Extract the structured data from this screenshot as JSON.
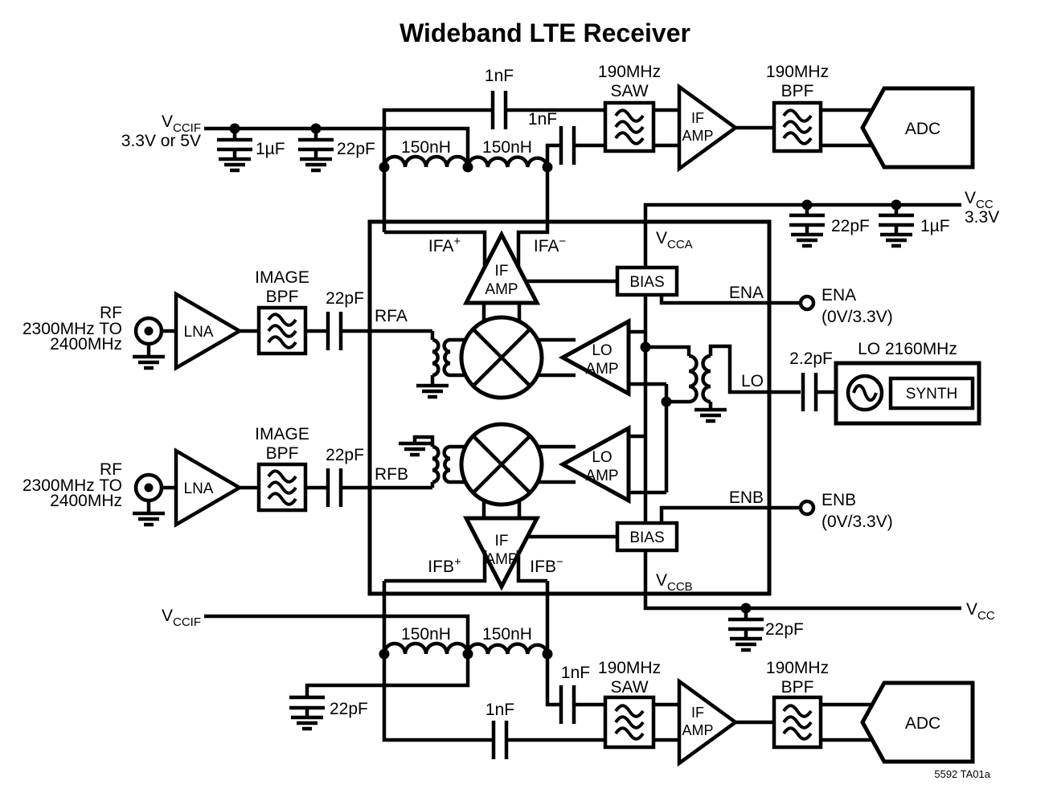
{
  "title": "Wideband LTE Receiver",
  "caption": "5592 TA01a",
  "colors": {
    "block_fill": "#e8c5be",
    "line": "#000000"
  },
  "rf_inputs": [
    {
      "l1": "RF",
      "l2": "2300MHz TO",
      "l3": "2400MHz",
      "lna": "LNA",
      "filter1": "IMAGE",
      "filter2": "BPF",
      "cap": "22pF"
    },
    {
      "l1": "RF",
      "l2": "2300MHz TO",
      "l3": "2400MHz",
      "lna": "LNA",
      "filter1": "IMAGE",
      "filter2": "BPF",
      "cap": "22pF"
    }
  ],
  "vccif_top": {
    "name": "V",
    "sub": "CCIF",
    "voltage": "3.3V or 5V",
    "cap1": "1µF",
    "cap2": "22pF",
    "ind1": "150nH",
    "ind2": "150nH",
    "cap_top": "1nF",
    "cap_bot": "1nF"
  },
  "vccif_bottom": {
    "name": "V",
    "sub": "CCIF",
    "cap": "22pF",
    "ind1": "150nH",
    "ind2": "150nH",
    "cap_top": "1nF",
    "cap_bot": "1nF"
  },
  "if_chain_top": {
    "saw1": "190MHz",
    "saw2": "SAW",
    "amp1": "IF",
    "amp2": "AMP",
    "bpf1": "190MHz",
    "bpf2": "BPF",
    "adc": "ADC"
  },
  "if_chain_bottom": {
    "saw1": "190MHz",
    "saw2": "SAW",
    "amp1": "IF",
    "amp2": "AMP",
    "bpf1": "190MHz",
    "bpf2": "BPF",
    "adc": "ADC"
  },
  "vcc_top": {
    "cap1": "22pF",
    "cap2": "1µF",
    "name": "V",
    "sub": "CC",
    "voltage": "3.3V"
  },
  "vcc_bottom": {
    "cap": "22pF",
    "name": "V",
    "sub": "CC"
  },
  "block": {
    "ifa_p": "IFA",
    "ifa_p_sup": "+",
    "ifa_n": "IFA",
    "ifa_n_sup": "−",
    "ifb_p": "IFB",
    "ifb_p_sup": "+",
    "ifb_n": "IFB",
    "ifb_n_sup": "−",
    "rfa": "RFA",
    "rfb": "RFB",
    "vcca": "V",
    "vcca_sub": "CCA",
    "vccb": "V",
    "vccb_sub": "CCB",
    "ena": "ENA",
    "enb": "ENB",
    "lo": "LO",
    "if_amp1": "IF",
    "if_amp2": "AMP",
    "lo_amp_a1": "LO",
    "lo_amp_a2": "AMP",
    "lo_amp_b1": "LO",
    "lo_amp_b2": "AMP",
    "bias_a": "BIAS",
    "bias_b": "BIAS"
  },
  "ena_pin": {
    "label": "ENA",
    "range": "(0V/3.3V)"
  },
  "enb_pin": {
    "label": "ENB",
    "range": "(0V/3.3V)"
  },
  "lo_source": {
    "cap": "2.2pF",
    "label": "LO 2160MHz",
    "synth": "SYNTH"
  }
}
